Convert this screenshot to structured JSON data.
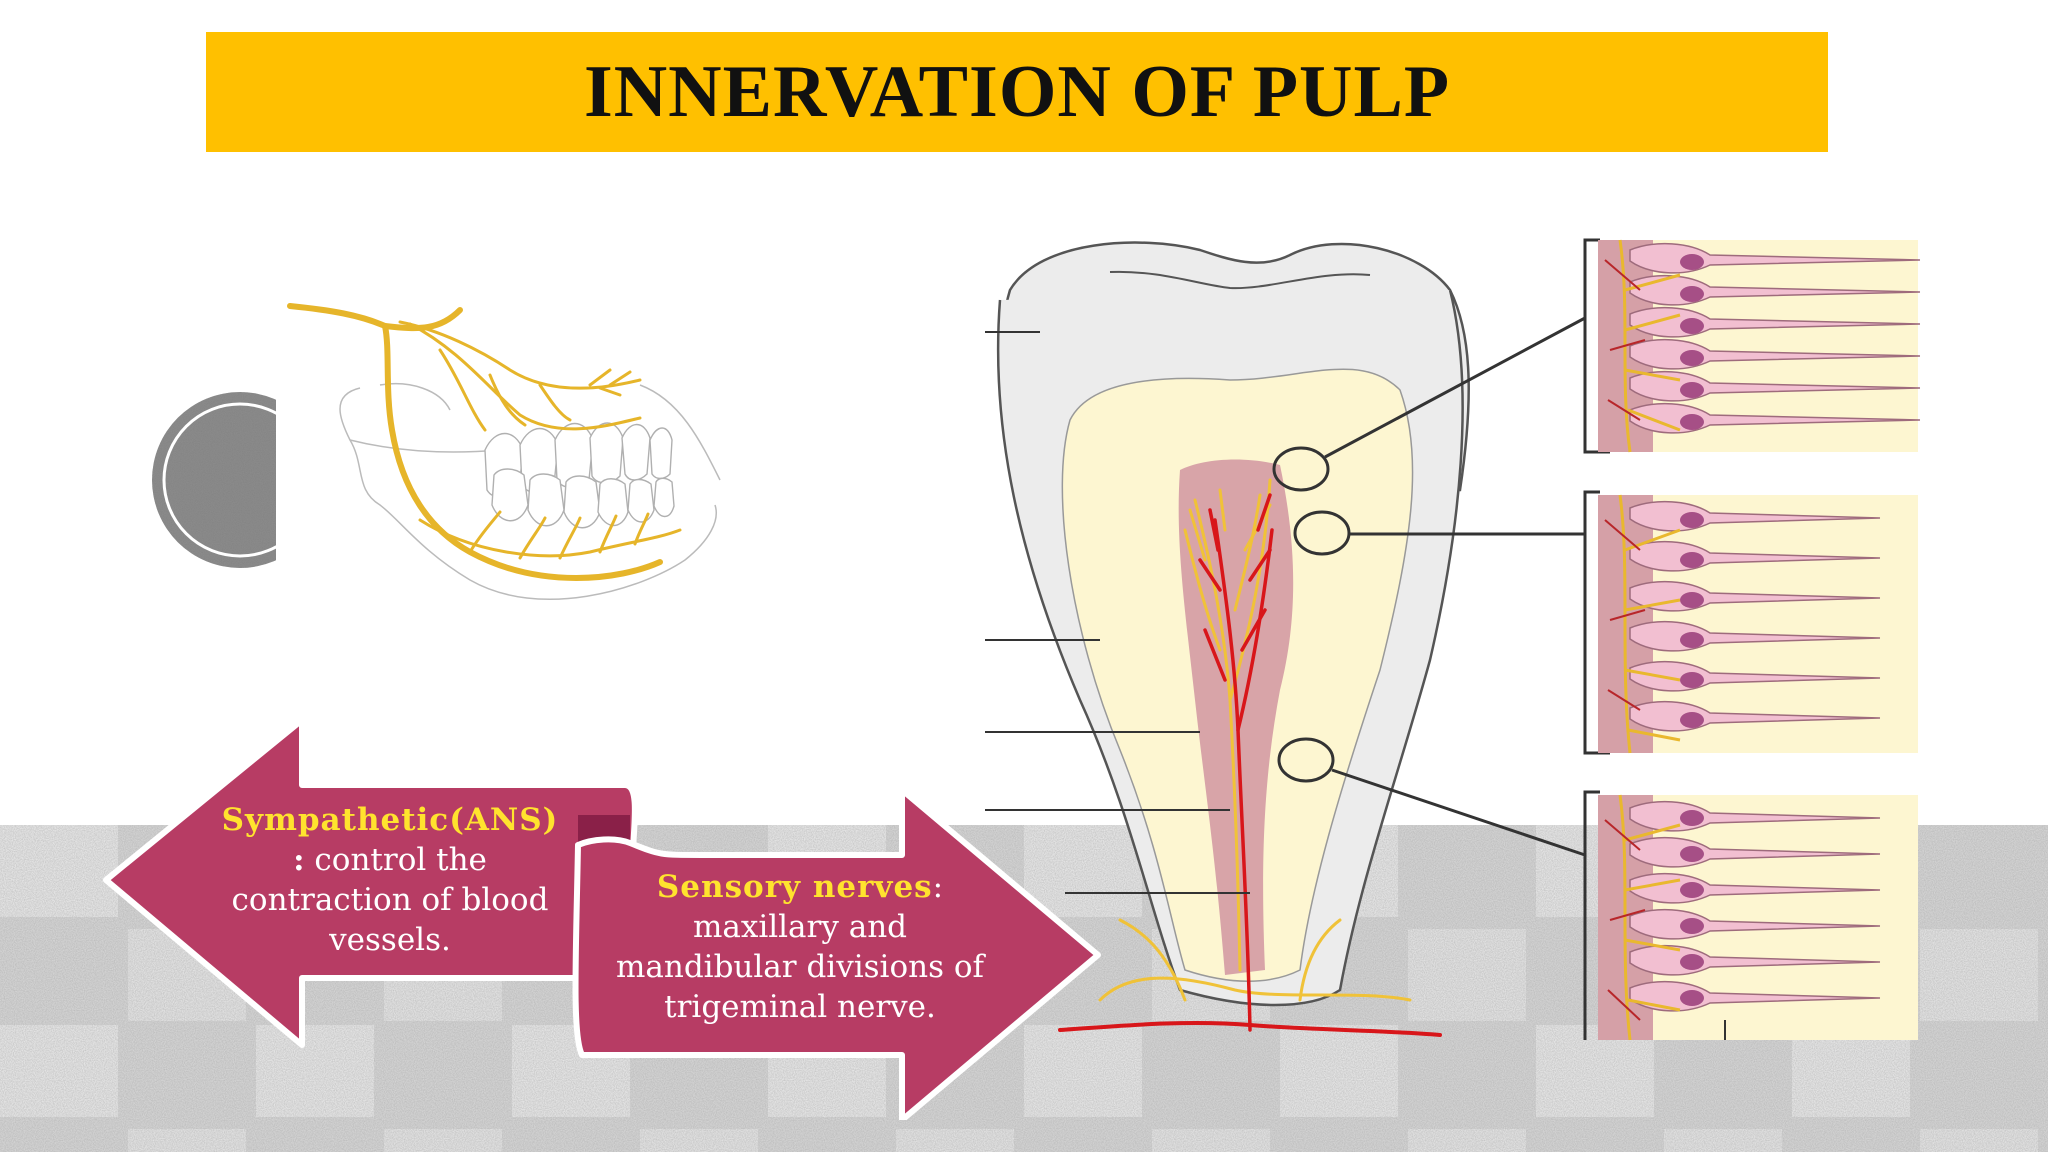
{
  "slide": {
    "title": "INNERVATION OF PULP"
  },
  "callouts": {
    "sympathetic": {
      "heading": "Sympathetic(ANS)",
      "colon": ":",
      "text": "control the contraction of blood vessels."
    },
    "sensory": {
      "heading": "Sensory nerves",
      "colon": ":",
      "text": "maxillary and mandibular divisions of trigeminal nerve."
    }
  },
  "colors": {
    "title_bar": "#ffc000",
    "arrow_fill": "#b73c64",
    "callout_highlight": "#ffe32e",
    "nerve": "#e8b62a",
    "vessel": "#d8161a",
    "pulp": "#d8a4a8",
    "dentin": "#fdf6d1",
    "enamel": "#ececec"
  },
  "icons": {
    "left_badge": "textured-circle-icon"
  }
}
